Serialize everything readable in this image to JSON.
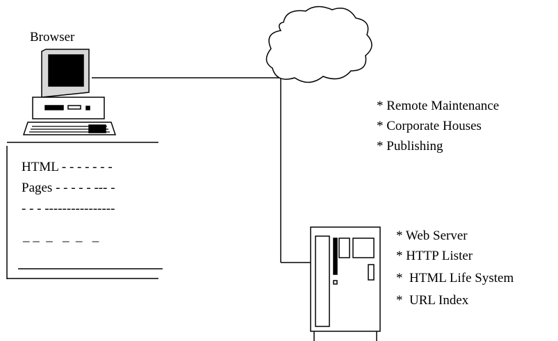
{
  "browser": {
    "label": "Browser"
  },
  "page_doc": {
    "lines": [
      "HTML - - - - - - -",
      "Pages - - - - - --- -",
      "- - - ----------------",
      "_ _  _   _  _   _"
    ]
  },
  "cloud": {
    "bullets": [
      "* Remote Maintenance",
      "* Corporate Houses",
      "* Publishing"
    ]
  },
  "server": {
    "bullets": [
      "* Web Server",
      "* HTTP Lister",
      "*  HTML Life System",
      "*  URL Index"
    ]
  },
  "colors": {
    "ink": "#000000",
    "screen": "#000000",
    "paper": "#ffffff",
    "monitor_shade": "#d8d8d8"
  },
  "icons": {
    "browser": "desktop-computer-icon",
    "network": "cloud-icon",
    "server": "server-tower-icon"
  }
}
